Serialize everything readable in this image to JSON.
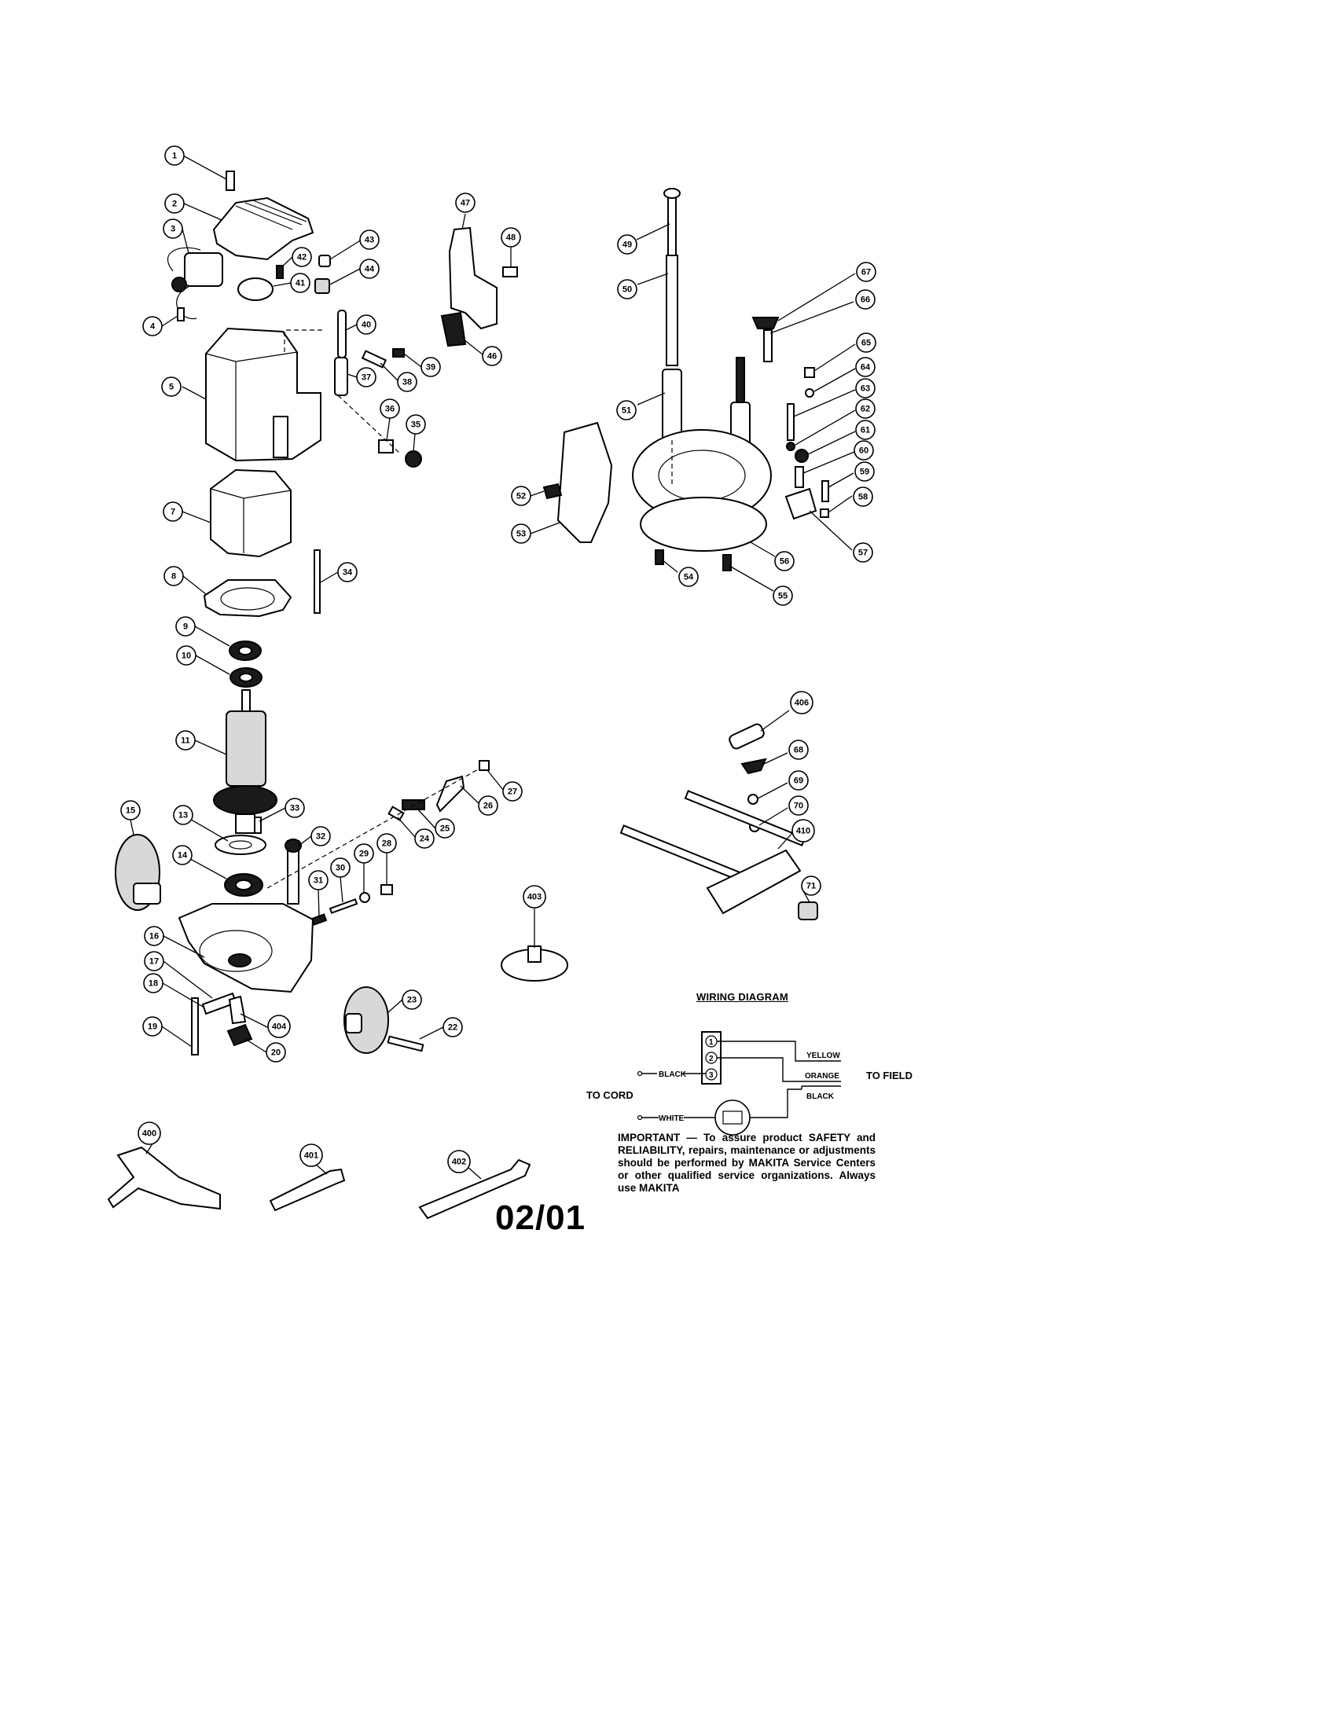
{
  "callouts": {
    "1": "1",
    "2": "2",
    "3": "3",
    "4": "4",
    "5": "5",
    "7": "7",
    "8": "8",
    "9": "9",
    "10": "10",
    "11": "11",
    "13": "13",
    "14": "14",
    "15": "15",
    "16": "16",
    "17": "17",
    "18": "18",
    "19": "19",
    "20": "20",
    "22": "22",
    "23": "23",
    "24": "24",
    "25": "25",
    "26": "26",
    "27": "27",
    "28": "28",
    "29": "29",
    "30": "30",
    "31": "31",
    "32": "32",
    "33": "33",
    "34": "34",
    "35": "35",
    "36": "36",
    "37": "37",
    "38": "38",
    "39": "39",
    "40": "40",
    "41": "41",
    "42": "42",
    "43": "43",
    "44": "44",
    "46": "46",
    "47": "47",
    "48": "48",
    "49": "49",
    "50": "50",
    "51": "51",
    "52": "52",
    "53": "53",
    "54": "54",
    "55": "55",
    "56": "56",
    "57": "57",
    "58": "58",
    "59": "59",
    "60": "60",
    "61": "61",
    "62": "62",
    "63": "63",
    "64": "64",
    "65": "65",
    "66": "66",
    "67": "67",
    "68": "68",
    "69": "69",
    "70": "70",
    "71": "71",
    "400": "400",
    "401": "401",
    "402": "402",
    "403": "403",
    "404": "404",
    "406": "406",
    "410": "410"
  },
  "wiring": {
    "title": "WIRING DIAGRAM",
    "terminals": [
      "1",
      "2",
      "3"
    ],
    "yellow": "YELLOW",
    "orange": "ORANGE",
    "black_right": "BLACK",
    "black_left": "BLACK",
    "white": "WHITE",
    "to_field": "TO FIELD",
    "to_cord": "TO CORD"
  },
  "note": "IMPORTANT — To assure product SAFETY and RELIABILITY, repairs, maintenance or adjustments should be performed by MAKITA Service Centers or other qualified service organizations. Always use MAKITA",
  "page_code": "02/01"
}
